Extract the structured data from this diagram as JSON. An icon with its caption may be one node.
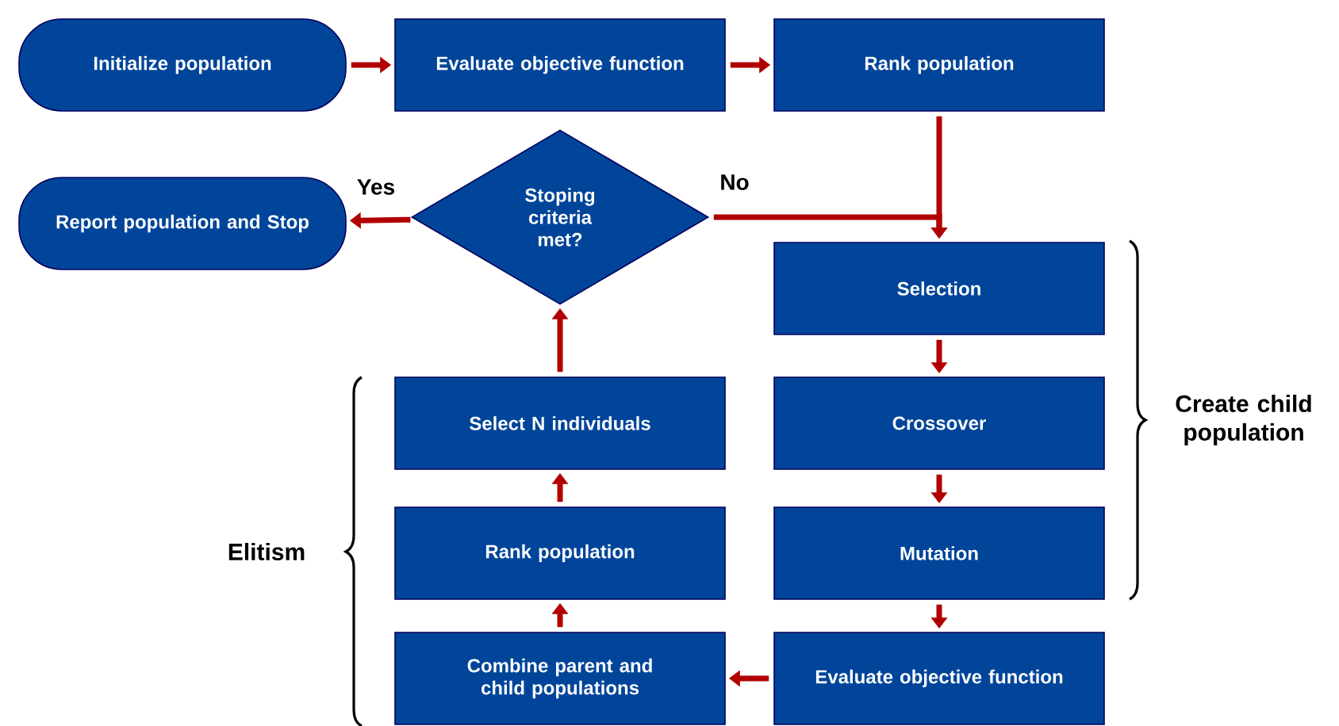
{
  "diagram": {
    "nodes": [
      {
        "text": [
          "Initialize population"
        ]
      },
      {
        "text": [
          "Evaluate objective function"
        ]
      },
      {
        "text": [
          "Rank population"
        ]
      },
      {
        "text": [
          "Stoping criteria met?"
        ]
      },
      {
        "text": [
          "Report population and Stop"
        ]
      },
      {
        "text": [
          "Selection"
        ]
      },
      {
        "text": [
          "Crossover"
        ]
      },
      {
        "text": [
          "Mutation"
        ]
      },
      {
        "text": [
          "Evaluate objective function"
        ]
      },
      {
        "text": [
          "Combine parent and child populations"
        ]
      },
      {
        "text": [
          "Rank population"
        ]
      },
      {
        "text": [
          "Select N individuals"
        ]
      }
    ],
    "edges": [
      {
        "from": 0,
        "to": 1,
        "arrow": "to"
      },
      {
        "from": 1,
        "to": 2,
        "arrow": "to"
      },
      {
        "from": 2,
        "to": 5,
        "arrow": "to"
      },
      {
        "from": 3,
        "to": 5,
        "arrow": "to",
        "label": "No"
      },
      {
        "from": 3,
        "to": 4,
        "arrow": "to",
        "label": "Yes"
      },
      {
        "from": 5,
        "to": 6,
        "arrow": "to"
      },
      {
        "from": 6,
        "to": 7,
        "arrow": "to"
      },
      {
        "from": 7,
        "to": 8,
        "arrow": "to"
      },
      {
        "from": 8,
        "to": 9,
        "arrow": "to"
      },
      {
        "from": 9,
        "to": 10,
        "arrow": "to"
      },
      {
        "from": 10,
        "to": 11,
        "arrow": "to"
      },
      {
        "from": 11,
        "to": 3,
        "arrow": "to"
      }
    ],
    "labels": [
      "Create child population",
      "Elitism"
    ]
  }
}
